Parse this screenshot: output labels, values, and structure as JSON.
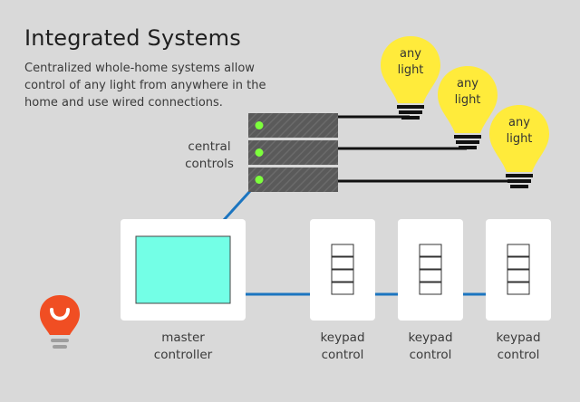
{
  "title": "Integrated Systems",
  "description": "Centralized whole-home systems allow control of any light from anywhere in the home and use wired connections.",
  "labels": {
    "central_controls": [
      "central",
      "controls"
    ],
    "master_controller": [
      "master",
      "controller"
    ],
    "keypad_control": [
      "keypad",
      "control"
    ]
  },
  "bulbs": [
    {
      "line1": "any",
      "line2": "light"
    },
    {
      "line1": "any",
      "line2": "light"
    },
    {
      "line1": "any",
      "line2": "light"
    }
  ],
  "colors": {
    "background": "#d9d9d9",
    "server": "#5a5a5a",
    "server_led": "#7dff3c",
    "bulb": "#ffeb3b",
    "screen": "#73ffe6",
    "wire_blue": "#1c75c0",
    "wire_black": "#111111",
    "logo": "#f04e23"
  },
  "icons": {
    "logo": "lightbulb-smile-logo-icon"
  }
}
